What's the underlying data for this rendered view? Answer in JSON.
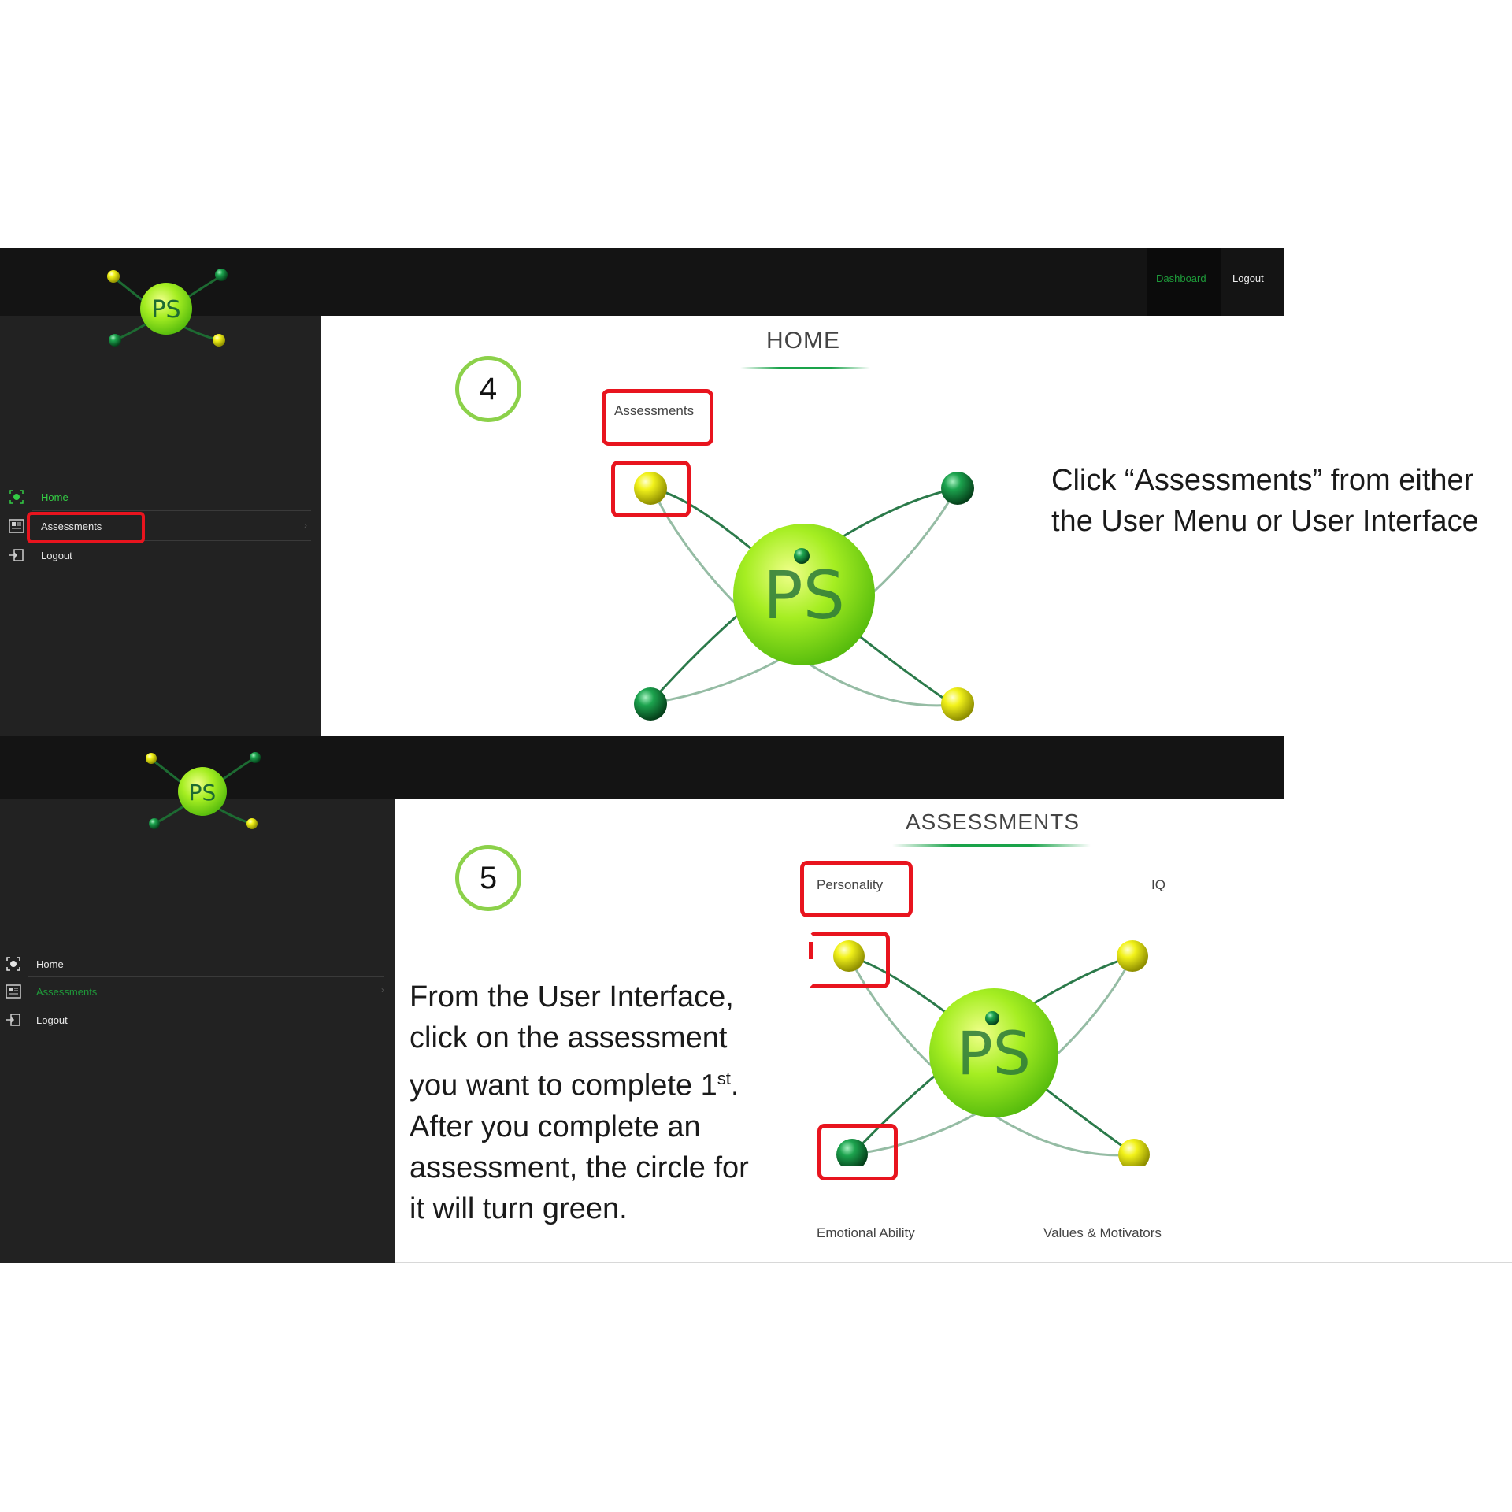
{
  "panel_top": {
    "nav": {
      "dashboard": "Dashboard",
      "logout": "Logout"
    },
    "sidebar": [
      {
        "label": "Home",
        "icon": "home-icon"
      },
      {
        "label": "Assessments",
        "icon": "assessments-icon"
      },
      {
        "label": "Logout",
        "icon": "logout-icon"
      }
    ],
    "step": "4",
    "title": "HOME",
    "label": "Assessments",
    "instruction": "Click “Assessments” from either the User Menu or User Interface"
  },
  "panel_bottom": {
    "sidebar": [
      {
        "label": "Home",
        "icon": "home-icon"
      },
      {
        "label": "Assessments",
        "icon": "assessments-icon"
      },
      {
        "label": "Logout",
        "icon": "logout-icon"
      }
    ],
    "step": "5",
    "title": "ASSESSMENTS",
    "labels": {
      "personality": "Personality",
      "iq": "IQ",
      "emotional": "Emotional Ability",
      "values": "Values & Motivators"
    },
    "instruction_lines": [
      "From the User Interface,",
      "click on the assessment",
      "you want to complete 1",
      "After you complete an",
      "assessment, the circle for",
      "it will turn green."
    ],
    "superscript": "st",
    "superscript_suffix": "."
  },
  "colors": {
    "highlight": "#e8141e",
    "step_ring": "#8cd14a",
    "active_menu": "#33cc44",
    "orb_yellow": "#e6e600",
    "orb_green": "#138a3c"
  }
}
